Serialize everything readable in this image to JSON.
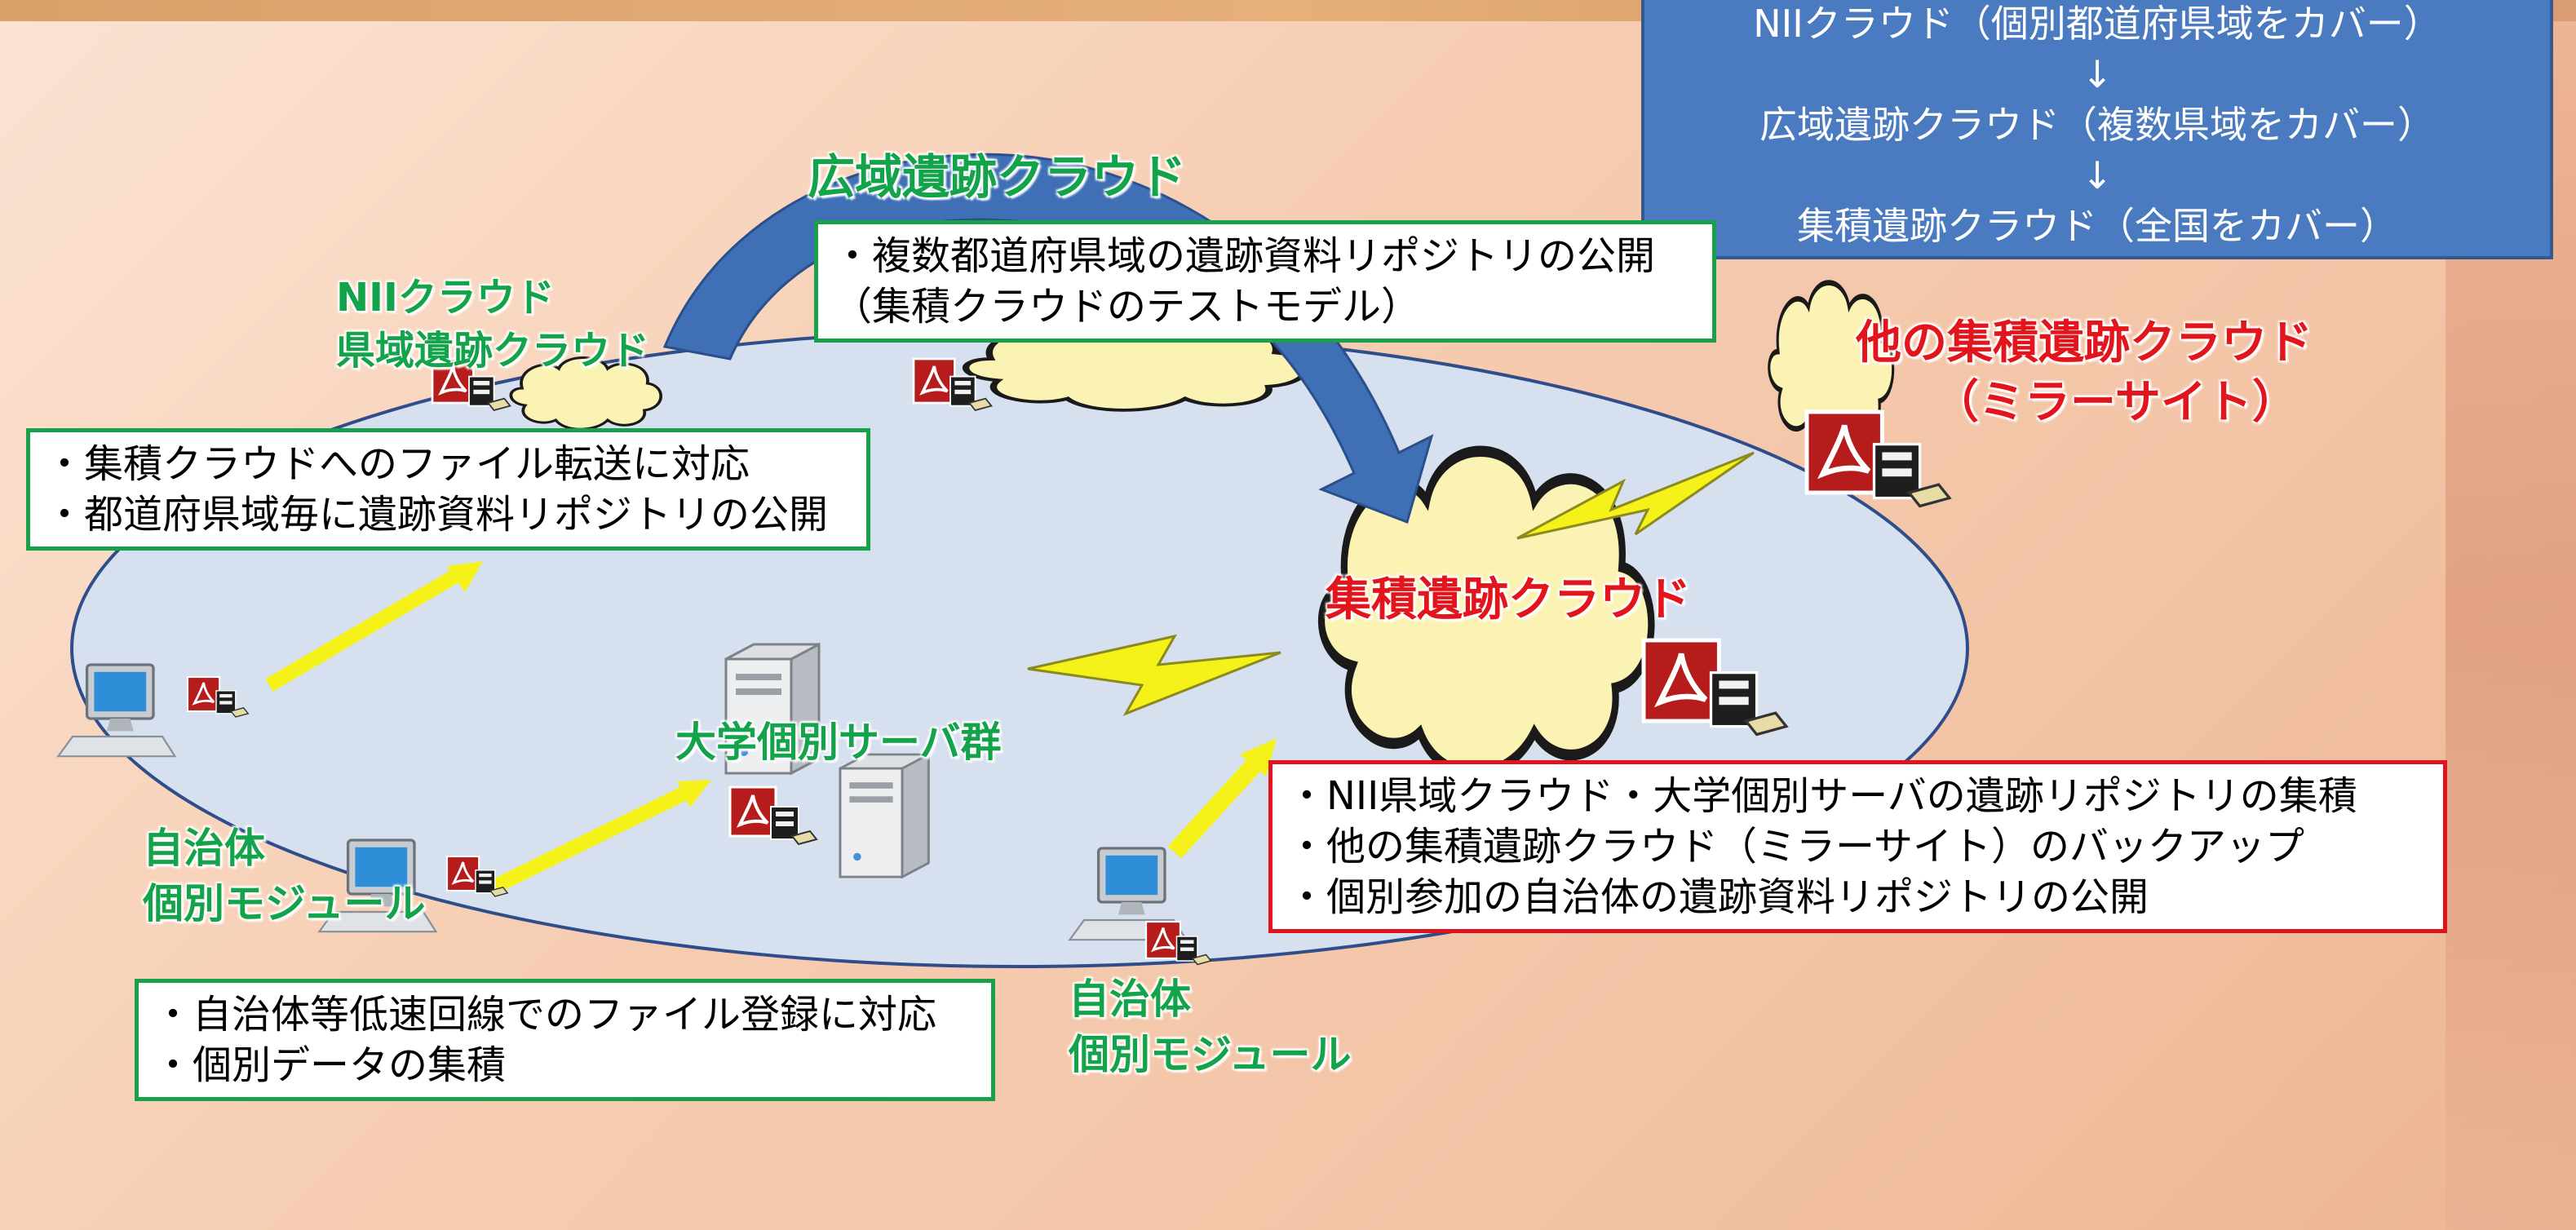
{
  "legend": {
    "line1": "NIIクラウド（個別都道府県域をカバー）",
    "arrow1": "↓",
    "line2": "広域遺跡クラウド（複数県域をカバー）",
    "arrow2": "↓",
    "line3": "集積遺跡クラウド（全国をカバー）"
  },
  "labels": {
    "wide_cloud": "広域遺跡クラウド",
    "nii_cloud_1": "NIIクラウド",
    "nii_cloud_2": "県域遺跡クラウド",
    "other_cloud_1": "他の集積遺跡クラウド",
    "other_cloud_2": "（ミラーサイト）",
    "aggregate_cloud": "集積遺跡クラウド",
    "university_servers": "大学個別サーバ群",
    "municipality_left_1": "自治体",
    "municipality_left_2": "個別モジュール",
    "municipality_right_1": "自治体",
    "municipality_right_2": "個別モジュール"
  },
  "boxes": {
    "wide_box": [
      "・複数都道府県域の遺跡資料リポジトリの公開",
      "（集積クラウドのテストモデル）"
    ],
    "nii_box": [
      "・集積クラウドへのファイル転送に対応",
      "・都道府県域毎に遺跡資料リポジトリの公開"
    ],
    "aggregate_box": [
      "・NII県域クラウド・大学個別サーバの遺跡リポジトリの集積",
      "・他の集積遺跡クラウド（ミラーサイト）のバックアップ",
      "・個別参加の自治体の遺跡資料リポジトリの公開"
    ],
    "municipality_box": [
      "・自治体等低速回線でのファイル登録に対応",
      "・個別データの集積"
    ]
  },
  "colors": {
    "green": "#13a34a",
    "red": "#e3151c",
    "legend_bg": "#4a7abf",
    "ellipse_fill": "#d6e0ef",
    "ellipse_stroke": "#2e4d8a",
    "cloud_fill": "#fbf3b4",
    "arrow_yellow": "#f5f21a",
    "curved_arrow": "#3f6fb5"
  },
  "icons": [
    "pdf-icon",
    "document-server-icon",
    "computer-icon",
    "server-tower-icon",
    "lightning-icon",
    "cloud-icon"
  ]
}
